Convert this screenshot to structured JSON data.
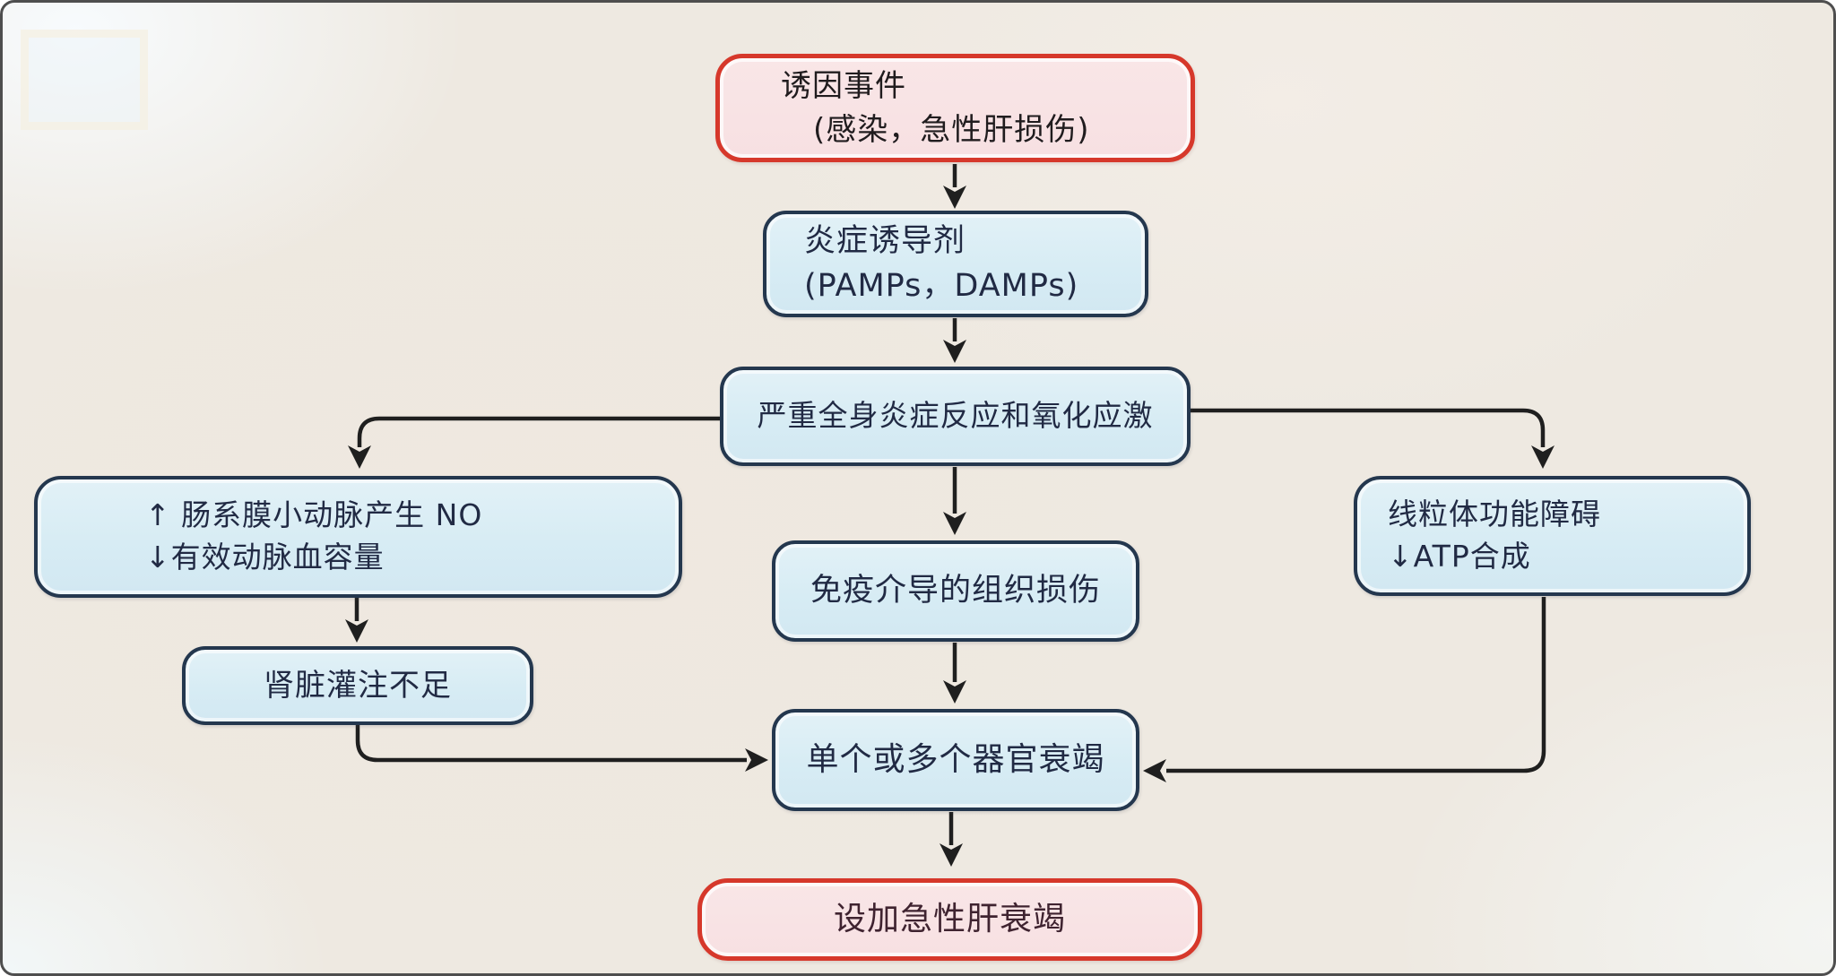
{
  "diagram": {
    "title_semantic": "acute-on-chronic-liver-failure-pathophysiology-flowchart",
    "nodes": {
      "trigger": {
        "line1": "诱因事件",
        "line2": "(感染，急性肝损伤)",
        "style": "red"
      },
      "inducer": {
        "line1": "炎症诱导剂",
        "line2": "(PAMPs，DAMPs)",
        "style": "blue"
      },
      "sirs": {
        "label": "严重全身炎症反应和氧化应激",
        "style": "blue"
      },
      "mesenteric": {
        "line1": "↑ 肠系膜小动脉产生 NO",
        "line2": "↓有效动脉血容量",
        "style": "blue"
      },
      "renal": {
        "label": "肾脏灌注不足",
        "style": "blue"
      },
      "immune": {
        "label": "免疫介导的组织损伤",
        "style": "blue"
      },
      "mito": {
        "line1": "线粒体功能障碍",
        "line2": "↓ATP合成",
        "style": "blue"
      },
      "organ": {
        "label": "单个或多个器官衰竭",
        "style": "blue"
      },
      "aclf": {
        "label": "设加急性肝衰竭",
        "style": "red"
      }
    },
    "edges": [
      {
        "from": "trigger",
        "to": "inducer"
      },
      {
        "from": "inducer",
        "to": "sirs"
      },
      {
        "from": "sirs",
        "to": "mesenteric"
      },
      {
        "from": "sirs",
        "to": "immune"
      },
      {
        "from": "sirs",
        "to": "mito"
      },
      {
        "from": "mesenteric",
        "to": "renal"
      },
      {
        "from": "renal",
        "to": "organ"
      },
      {
        "from": "immune",
        "to": "organ"
      },
      {
        "from": "mito",
        "to": "organ"
      },
      {
        "from": "organ",
        "to": "aclf"
      }
    ],
    "colors": {
      "background": "#eee9e1",
      "blue_node_fill": "#d7ecf4",
      "blue_node_border": "#24374e",
      "red_node_fill": "#f8e2e4",
      "red_node_border": "#d6382b",
      "arrow": "#1f1f1f",
      "blue_text": "#212a44",
      "aclf_text": "#3f2330"
    }
  }
}
